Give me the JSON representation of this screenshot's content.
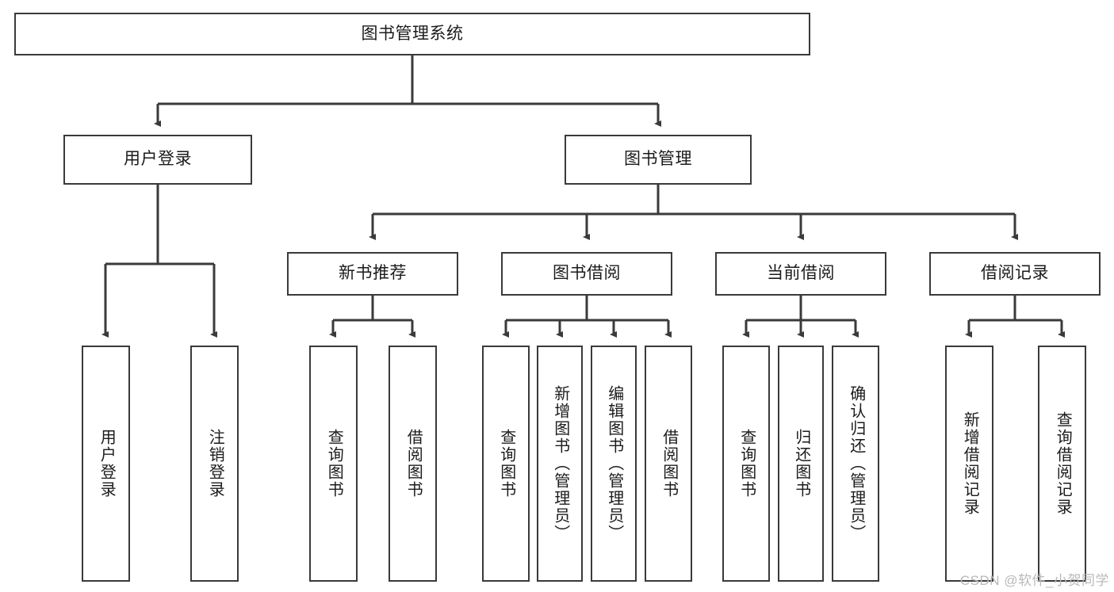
{
  "diagram": {
    "title": "图书管理系统",
    "type": "tree-hierarchy",
    "root": {
      "label": "图书管理系统"
    },
    "level2": [
      {
        "label": "用户登录"
      },
      {
        "label": "图书管理"
      }
    ],
    "level3": [
      {
        "label": "新书推荐"
      },
      {
        "label": "图书借阅"
      },
      {
        "label": "当前借阅"
      },
      {
        "label": "借阅记录"
      }
    ],
    "leaves": {
      "user_login": [
        {
          "label": "用户登录"
        },
        {
          "label": "注销登录"
        }
      ],
      "new_book_recommend": [
        {
          "label": "查询图书"
        },
        {
          "label": "借阅图书"
        }
      ],
      "book_borrow": [
        {
          "label": "查询图书"
        },
        {
          "label": "新增图书（管理员）"
        },
        {
          "label": "编辑图书（管理员）"
        },
        {
          "label": "借阅图书"
        }
      ],
      "current_borrow": [
        {
          "label": "查询图书"
        },
        {
          "label": "归还图书"
        },
        {
          "label": "确认归还（管理员）"
        }
      ],
      "borrow_record": [
        {
          "label": "新增借阅记录"
        },
        {
          "label": "查询借阅记录"
        }
      ]
    }
  },
  "watermark": {
    "text": "CSDN @软件_小贺同学"
  },
  "colors": {
    "box_border": "#3a3a3a",
    "box_fill": "#ffffff",
    "connector": "#3a3a3a",
    "text": "#1b1b1b",
    "watermark": "#b9b9b9"
  }
}
